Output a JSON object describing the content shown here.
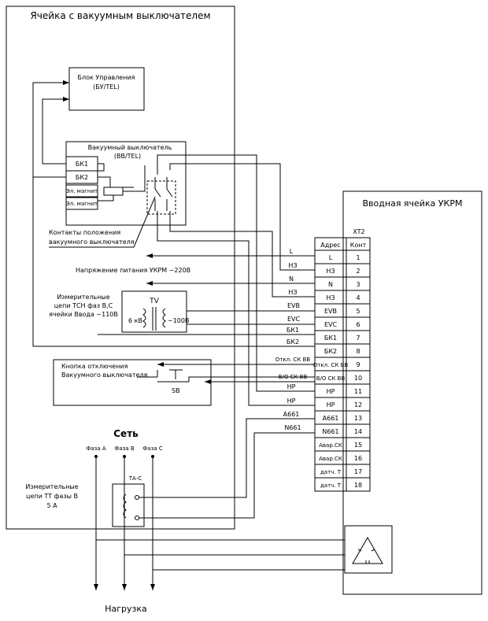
{
  "cell": {
    "title": "Ячейка с вакуумным выключателем"
  },
  "control_unit": {
    "line1": "Блок Управления",
    "line2": "(БУ/TEL)"
  },
  "breaker": {
    "line1": "Вакуумный выключатель",
    "line2": "(ВВ/TEL)",
    "bk1": "БК1",
    "bk2": "БК2",
    "magnet1": "Эл. магнит",
    "magnet2": "Эл. магнит"
  },
  "position_contacts": {
    "line1": "Контакты положения",
    "line2": "вакуумного выключателя"
  },
  "power_label": "Напряжение питания УКРМ ~220В",
  "measuring_tsn": {
    "line1": "Измерительные",
    "line2": "цепи ТСН фаз В,С",
    "line3": "ячейки Ввода ~110В"
  },
  "tv": {
    "label": "TV",
    "primary": "6 кВ",
    "secondary": "~100В"
  },
  "button_box": {
    "line1": "Кнопка отключения",
    "line2": "Вакуумного выключателя",
    "sb": "SB"
  },
  "network": {
    "title": "Сеть",
    "phase_a": "Фаза А",
    "phase_b": "Фаза В",
    "phase_c": "Фаза С"
  },
  "ta": {
    "label": "ТА-С"
  },
  "measuring_tt": {
    "line1": "Измерительные",
    "line2": "цепи ТТ фазы В",
    "line3": "5 А"
  },
  "load_label": "Нагрузка",
  "ukrm": {
    "title": "Вводная ячейка УКРМ",
    "terminal_block": "XT2",
    "col_address": "Адрес",
    "col_contact": "Конт",
    "rows": [
      {
        "addr": "L",
        "num": "1"
      },
      {
        "addr": "НЗ",
        "num": "2"
      },
      {
        "addr": "N",
        "num": "3"
      },
      {
        "addr": "НЗ",
        "num": "4"
      },
      {
        "addr": "EVB",
        "num": "5"
      },
      {
        "addr": "EVC",
        "num": "6"
      },
      {
        "addr": "БК1",
        "num": "7"
      },
      {
        "addr": "БК2",
        "num": "8"
      },
      {
        "addr": "Откл. СК ВВ",
        "num": "9"
      },
      {
        "addr": "В/О СК ВВ",
        "num": "10"
      },
      {
        "addr": "НР",
        "num": "11"
      },
      {
        "addr": "НР",
        "num": "12"
      },
      {
        "addr": "А661",
        "num": "13"
      },
      {
        "addr": "N661",
        "num": "14"
      },
      {
        "addr": "Авар.СК",
        "num": "15"
      },
      {
        "addr": "Авар.СК",
        "num": "16"
      },
      {
        "addr": "датч. Т",
        "num": "17"
      },
      {
        "addr": "датч. Т",
        "num": "18"
      }
    ]
  },
  "wire_labels": [
    "L",
    "НЗ",
    "N",
    "НЗ",
    "EVB",
    "EVC",
    "БК1",
    "БК2",
    "Откл. СК ВВ",
    "В/О СК ВВ",
    "НР",
    "НР",
    "А661",
    "N661"
  ]
}
